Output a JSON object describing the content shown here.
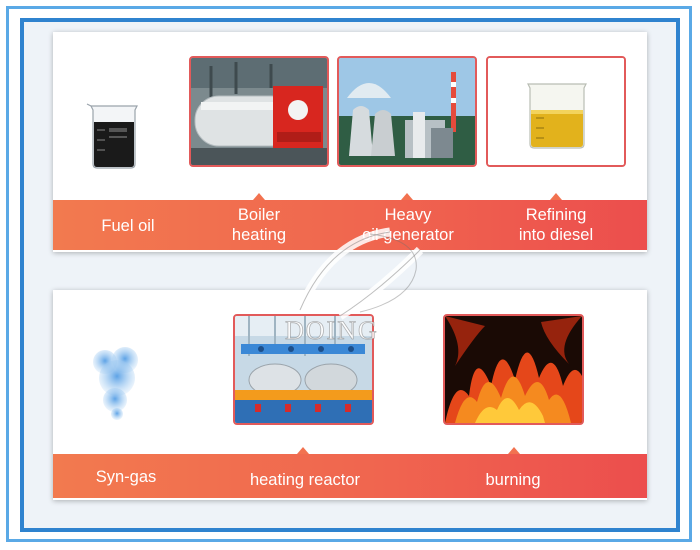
{
  "top_row": {
    "labels": {
      "fuel_oil": "Fuel oil",
      "boiler_line1": "Boiler",
      "boiler_line2": "heating",
      "heavy_line1": "Heavy",
      "heavy_line2": "oil generator",
      "refining_line1": "Refining",
      "refining_line2": "into diesel"
    }
  },
  "bottom_row": {
    "labels": {
      "syn_gas": "Syn-gas",
      "heating_reactor": "heating reactor",
      "burning": "burning"
    }
  },
  "watermark": {
    "text": "DOING"
  },
  "colors": {
    "band_start": "#f27a4f",
    "band_end": "#ec4e4d",
    "frame_blue": "#2f83cf",
    "thumb_border": "#e25a5a"
  }
}
